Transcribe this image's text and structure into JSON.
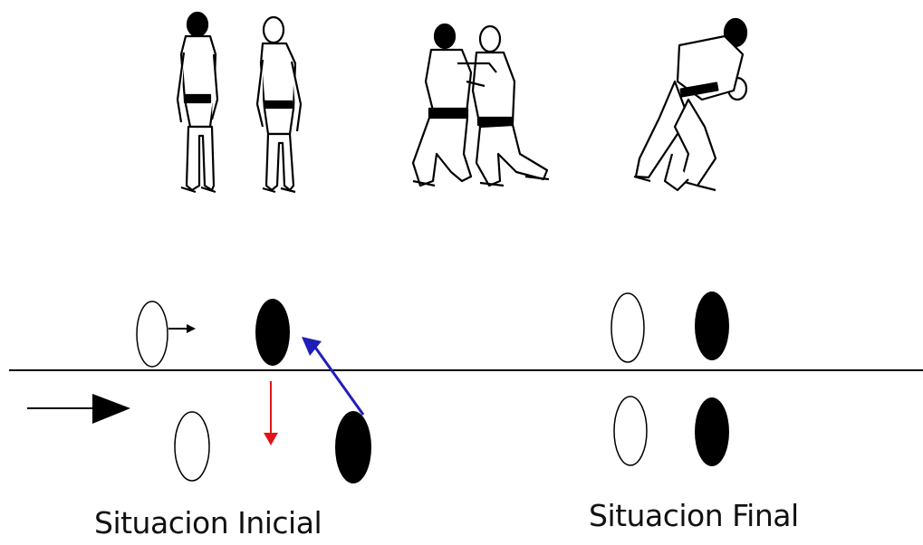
{
  "captions": {
    "initial": "Situacion Inicial",
    "final": "Situacion Final"
  },
  "colors": {
    "ink": "#000000",
    "white_fill": "#ffffff",
    "red_arrow": "#e0141a",
    "blue_arrow": "#1f1fb8"
  },
  "illustrations": [
    {
      "id": "judoka-pair-standing",
      "depicts": "two judokas standing facing each other"
    },
    {
      "id": "judoka-pair-gripping",
      "depicts": "two judokas gripping (kumikata)"
    },
    {
      "id": "judoka-pair-throw",
      "depicts": "judoka executing a throw"
    }
  ]
}
